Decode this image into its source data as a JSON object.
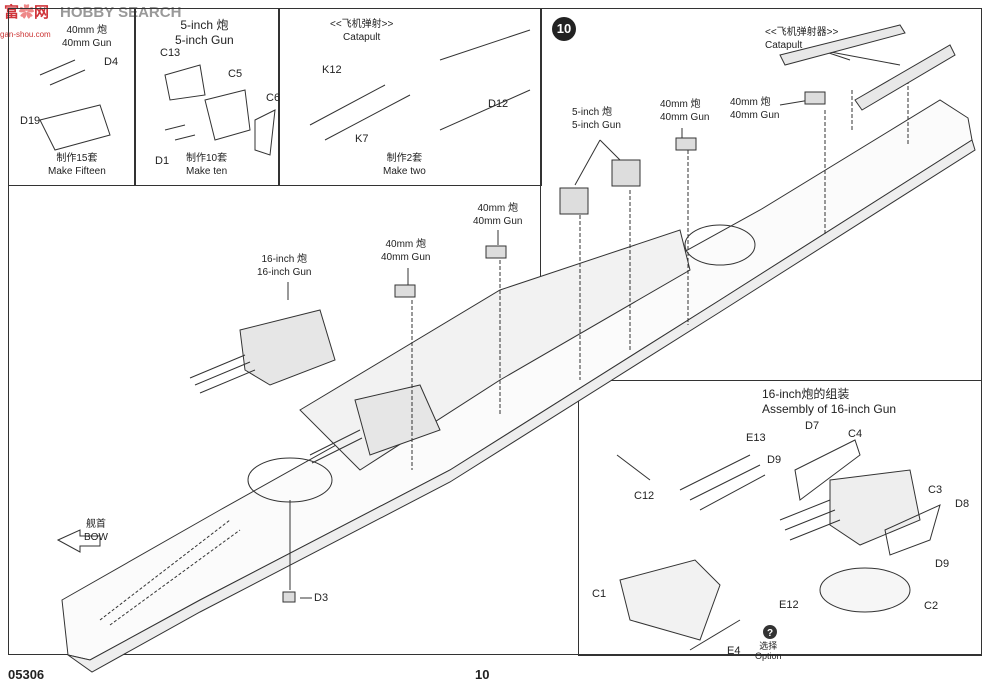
{
  "watermark": {
    "logo_text": "富 网",
    "brand": "HOBBY SEARCH",
    "url": "gan-shou.com",
    "color": "#d0353b"
  },
  "step_number": "10",
  "panels": {
    "p40mm": {
      "cn": "40mm 炮",
      "en": "40mm Gun",
      "parts": [
        "D4",
        "D19"
      ],
      "qty_cn": "制作15套",
      "qty_en": "Make Fifteen"
    },
    "p5inch": {
      "cn": "5-inch 炮",
      "en": "5-inch Gun",
      "parts": [
        "C13",
        "C5",
        "C6",
        "D1"
      ],
      "qty_cn": "制作10套",
      "qty_en": "Make ten"
    },
    "catapult": {
      "cn": "<<飞机弹射>>",
      "en": "Catapult",
      "parts": [
        "K12",
        "K7",
        "D12"
      ],
      "qty_cn": "制作2套",
      "qty_en": "Make two"
    },
    "assembly16": {
      "cn": "16-inch炮的组装",
      "en": "Assembly of 16-inch Gun",
      "parts": [
        "E13",
        "D7",
        "C4",
        "D9",
        "C12",
        "C3",
        "D8",
        "D9",
        "C1",
        "E12",
        "C2",
        "E4"
      ],
      "option_cn": "选择",
      "option_en": "Option",
      "option_icon": "question-icon"
    }
  },
  "callouts": {
    "catapult": {
      "cn": "<<飞机弹射器>>",
      "en": "Catapult"
    },
    "g5inch": {
      "cn": "5-inch 炮",
      "en": "5-inch Gun"
    },
    "g40a": {
      "cn": "40mm 炮",
      "en": "40mm Gun"
    },
    "g40b": {
      "cn": "40mm 炮",
      "en": "40mm Gun"
    },
    "g40c": {
      "cn": "40mm 炮",
      "en": "40mm Gun"
    },
    "g40d": {
      "cn": "40mm 炮",
      "en": "40mm Gun"
    },
    "g16": {
      "cn": "16-inch 炮",
      "en": "16-inch Gun"
    },
    "d3": "D3",
    "bow": {
      "cn": "舰首",
      "en": "BOW"
    }
  },
  "footer": {
    "code": "05306",
    "page": "10"
  }
}
